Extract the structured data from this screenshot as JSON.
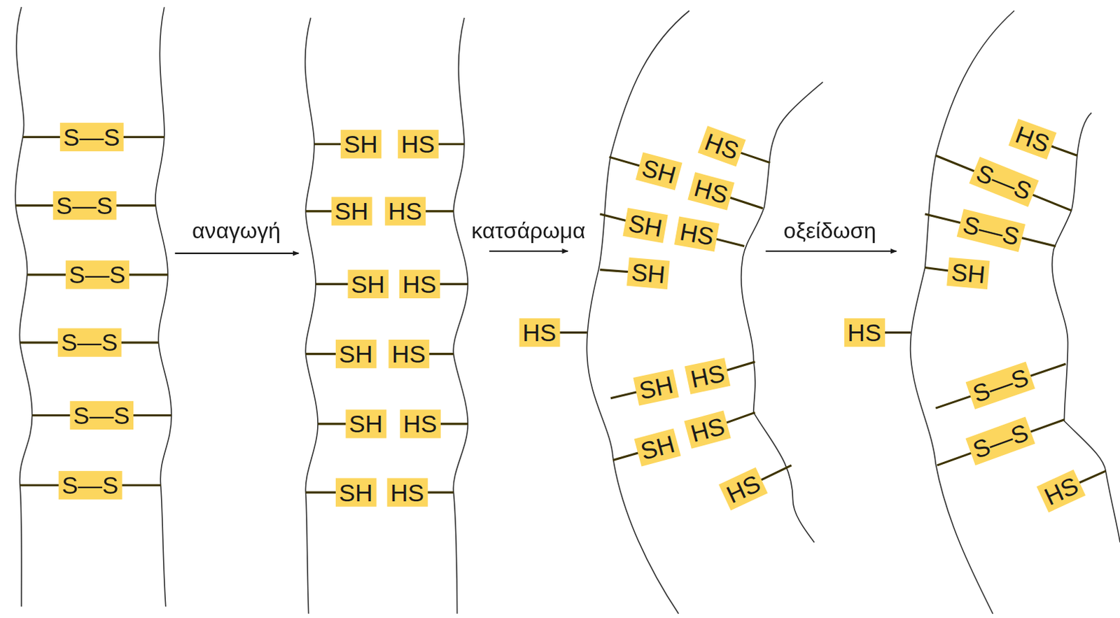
{
  "diagram": {
    "nodes": [
      {
        "text": [
          "S—S"
        ]
      },
      {
        "text": [
          "S—S"
        ]
      },
      {
        "text": [
          "S—S"
        ]
      },
      {
        "text": [
          "S—S"
        ]
      },
      {
        "text": [
          "S—S"
        ]
      },
      {
        "text": [
          "S—S"
        ]
      },
      {
        "text": [
          "SH"
        ]
      },
      {
        "text": [
          "HS"
        ]
      },
      {
        "text": [
          "SH"
        ]
      },
      {
        "text": [
          "HS"
        ]
      },
      {
        "text": [
          "SH"
        ]
      },
      {
        "text": [
          "HS"
        ]
      },
      {
        "text": [
          "SH"
        ]
      },
      {
        "text": [
          "HS"
        ]
      },
      {
        "text": [
          "SH"
        ]
      },
      {
        "text": [
          "HS"
        ]
      },
      {
        "text": [
          "SH"
        ]
      },
      {
        "text": [
          "HS"
        ]
      },
      {
        "text": [
          "HS"
        ]
      },
      {
        "text": [
          "SH"
        ]
      },
      {
        "text": [
          "HS"
        ]
      },
      {
        "text": [
          "SH"
        ]
      },
      {
        "text": [
          "HS"
        ]
      },
      {
        "text": [
          "SH"
        ]
      },
      {
        "text": [
          "HS"
        ]
      },
      {
        "text": [
          "SH"
        ]
      },
      {
        "text": [
          "HS"
        ]
      },
      {
        "text": [
          "SH"
        ]
      },
      {
        "text": [
          "HS"
        ]
      },
      {
        "text": [
          "HS"
        ]
      },
      {
        "text": [
          "HS"
        ]
      },
      {
        "text": [
          "S—S"
        ]
      },
      {
        "text": [
          "S—S"
        ]
      },
      {
        "text": [
          "SH"
        ]
      },
      {
        "text": [
          "HS"
        ]
      },
      {
        "text": [
          "S—S"
        ]
      },
      {
        "text": [
          "S—S"
        ]
      },
      {
        "text": [
          "HS"
        ]
      }
    ],
    "labels": [
      "αναγωγή",
      "κατσάρωμα",
      "οξείδωση"
    ]
  }
}
